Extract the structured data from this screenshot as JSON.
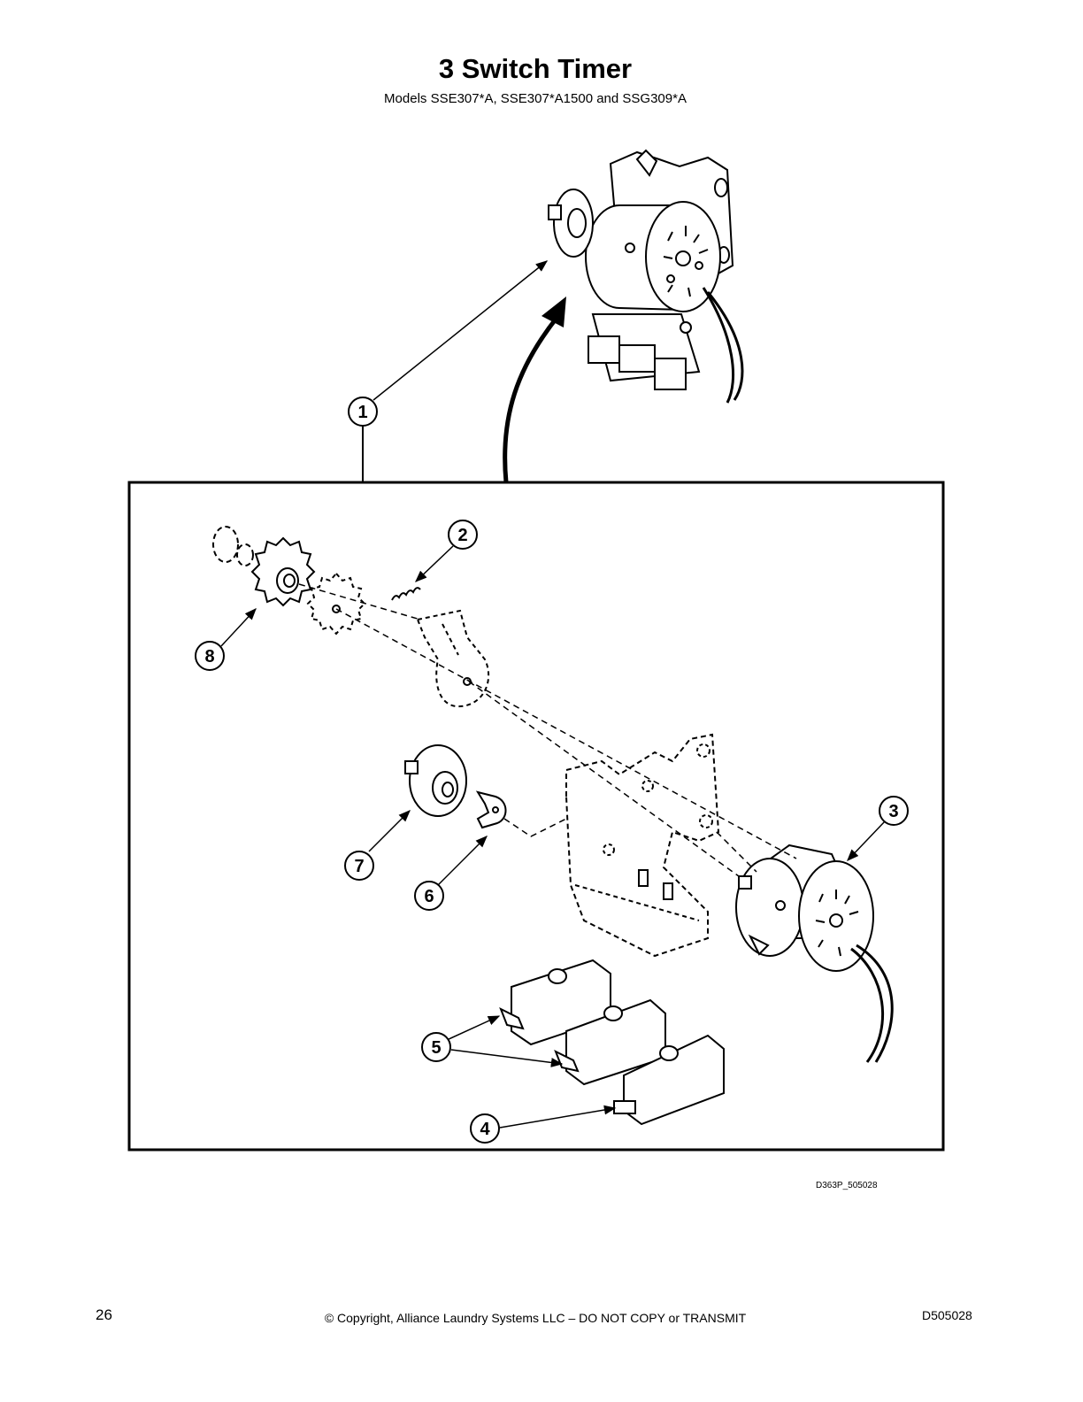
{
  "header": {
    "title": "3 Switch Timer",
    "subtitle": "Models SSE307*A, SSE307*A1500 and SSG309*A"
  },
  "callouts": [
    "1",
    "2",
    "3",
    "4",
    "5",
    "6",
    "7",
    "8"
  ],
  "drawing_code": "D363P_505028",
  "footer": {
    "page_number": "26",
    "copyright": "© Copyright, Alliance Laundry Systems LLC – DO NOT COPY or TRANSMIT",
    "document_code": "D505028"
  }
}
